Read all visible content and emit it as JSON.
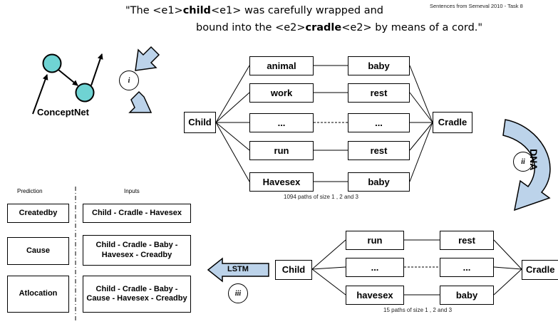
{
  "header": {
    "source_note": "Sentences from Semeval 2010 - Task 8",
    "sentence": {
      "open_quote": "\"The ",
      "e1_open": "<e1>",
      "e1_word": "child",
      "e1_close": "<e1>",
      "mid": " was carefully wrapped and",
      "line2_start": "bound into the ",
      "e2_open": "<e2>",
      "e2_word": "cradle",
      "e2_close": "<e2>",
      "line2_end": " by means of a cord.\""
    }
  },
  "conceptnet": {
    "label": "ConceptNet"
  },
  "steps": {
    "step1": "i",
    "step2": "ii",
    "step3": "iii"
  },
  "dna": {
    "label": "DNA"
  },
  "lstm": {
    "label": "LSTM"
  },
  "graph_top": {
    "source": "Child",
    "target": "Cradle",
    "left_nodes": [
      "animal",
      "work",
      "...",
      "run",
      "Havesex"
    ],
    "right_nodes": [
      "baby",
      "rest",
      "...",
      "rest",
      "baby"
    ],
    "caption": "1094 paths of size 1 , 2 and 3"
  },
  "graph_bottom": {
    "source": "Child",
    "target": "Cradle",
    "left_nodes": [
      "run",
      "...",
      "havesex"
    ],
    "right_nodes": [
      "rest",
      "...",
      "baby"
    ],
    "caption": "15 paths of size 1 , 2 and 3"
  },
  "table": {
    "prediction_header": "Prediction",
    "inputs_header": "Inputs",
    "rows": [
      {
        "prediction": "Createdby",
        "inputs": "Child - Cradle - Havesex"
      },
      {
        "prediction": "Cause",
        "inputs": "Child - Cradle - Baby - Havesex - Creadby"
      },
      {
        "prediction": "Atlocation",
        "inputs": "Child - Cradle - Baby - Cause - Havesex - Creadby"
      }
    ]
  },
  "colors": {
    "node_fill": "#6fd3d3",
    "arrow_fill": "#bcd3ea",
    "arrow_stroke": "#000000"
  }
}
